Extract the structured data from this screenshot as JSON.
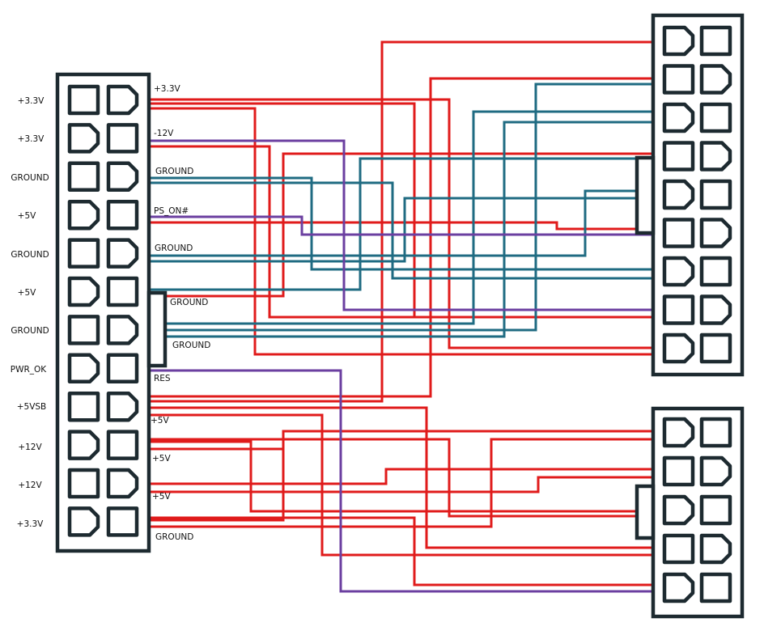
{
  "left_connector": {
    "left_labels": [
      "+3.3V",
      "+3.3V",
      "GROUND",
      "+5V",
      "GROUND",
      "+5V",
      "GROUND",
      "PWR_OK",
      "+5VSB",
      "+12V",
      "+12V",
      "+3.3V"
    ],
    "right_labels": [
      "+3.3V",
      "-12V",
      "GROUND",
      "PS_ON#",
      "GROUND",
      "GROUND",
      "GROUND",
      "RES",
      "+5V",
      "+5V",
      "+5V",
      "GROUND"
    ]
  },
  "colors": {
    "red_wire": "#e01b1b",
    "teal_wire": "#1f6b82",
    "purple_wire": "#6b3fa0",
    "connector_outline": "#1d2a30"
  }
}
